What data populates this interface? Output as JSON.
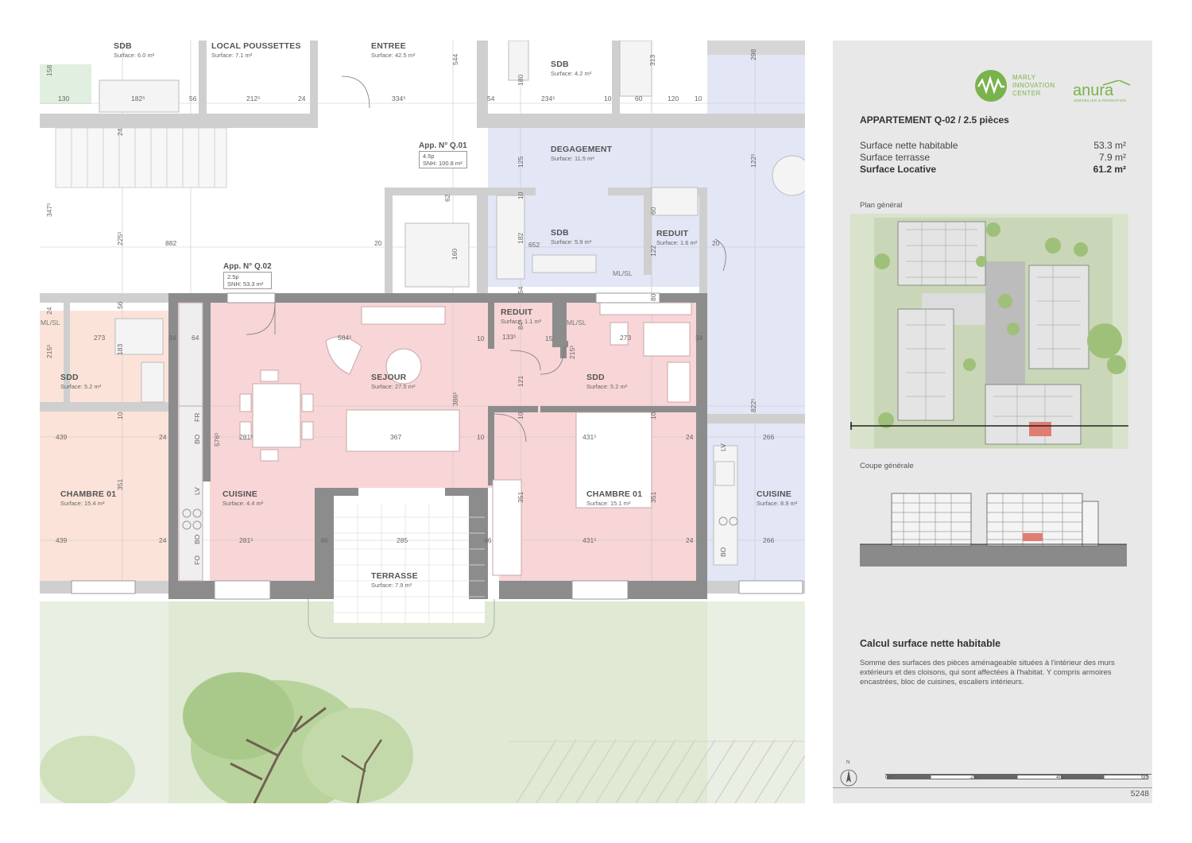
{
  "rooms": [
    {
      "id": "sdb-top-left",
      "name": "SDB",
      "surface": "Surface: 6.0 m²"
    },
    {
      "id": "local-poussettes",
      "name": "LOCAL POUSSETTES",
      "surface": "Surface: 7.1 m²"
    },
    {
      "id": "entree",
      "name": "ENTREE",
      "surface": "Surface: 42.5 m²"
    },
    {
      "id": "sdb-top-right",
      "name": "SDB",
      "surface": "Surface: 4.2 m²"
    },
    {
      "id": "degagement",
      "name": "DEGAGEMENT",
      "surface": "Surface: 11.5 m²"
    },
    {
      "id": "sdb-mid",
      "name": "SDB",
      "surface": "Surface: 5.9 m²"
    },
    {
      "id": "reduit-top",
      "name": "REDUIT",
      "surface": "Surface: 1.6 m²"
    },
    {
      "id": "reduit-q02",
      "name": "REDUIT",
      "surface": "Surface: 1.1 m²"
    },
    {
      "id": "sejour",
      "name": "SEJOUR",
      "surface": "Surface: 27.5 m²"
    },
    {
      "id": "sdd-q02",
      "name": "SDD",
      "surface": "Surface: 5.2 m²"
    },
    {
      "id": "sdd-left",
      "name": "SDD",
      "surface": "Surface: 5.2 m²"
    },
    {
      "id": "chambre-left",
      "name": "CHAMBRE 01",
      "surface": "Surface: 15.4 m²"
    },
    {
      "id": "cuisine-q02",
      "name": "CUISINE",
      "surface": "Surface: 4.4 m²"
    },
    {
      "id": "chambre-q02",
      "name": "CHAMBRE 01",
      "surface": "Surface: 15.1 m²"
    },
    {
      "id": "cuisine-right",
      "name": "CUISINE",
      "surface": "Surface: 8.9 m²"
    },
    {
      "id": "terrasse",
      "name": "TERRASSE",
      "surface": "Surface: 7.9 m²"
    }
  ],
  "apartments": [
    {
      "id": "q01",
      "title": "App. N° Q.01",
      "pieces": "4.5p",
      "snh": "SNH: 100.8 m²"
    },
    {
      "id": "q02",
      "title": "App. N° Q.02",
      "pieces": "2.5p",
      "snh": "SNH: 53.3 m²"
    }
  ],
  "tags": {
    "mlsl": "ML/SL",
    "lv": "LV",
    "bo": "BO",
    "fo": "FO",
    "fr": "FR"
  },
  "dims": [
    "158",
    "130",
    "182⁵",
    "56",
    "212⁵",
    "24",
    "334⁵",
    "544",
    "54",
    "234⁵",
    "10",
    "60",
    "120",
    "10",
    "313",
    "298",
    "180",
    "125",
    "347⁵",
    "882",
    "225⁵",
    "20",
    "62",
    "652",
    "182",
    "160",
    "10",
    "122",
    "20",
    "24",
    "56",
    "273",
    "34",
    "64",
    "584⁵",
    "10",
    "133⁵",
    "15",
    "273",
    "34",
    "215⁵",
    "183",
    "386⁵",
    "121",
    "10",
    "439",
    "24",
    "576⁵",
    "281⁵",
    "367",
    "10",
    "431⁵",
    "24",
    "266",
    "351",
    "351",
    "351",
    "439",
    "24",
    "281⁵",
    "46",
    "285",
    "46",
    "431⁵",
    "24",
    "266",
    "84⁵",
    "215⁵",
    "822⁵",
    "122⁵",
    "10",
    "10",
    "54",
    "60",
    "24",
    "80"
  ],
  "panel": {
    "brand1_line1": "MARLY",
    "brand1_line2": "INNOVATION",
    "brand1_line3": "CENTER",
    "brand2": "anura",
    "brand2_sub": "IMMOBILIER & PROMOTION",
    "title": "APPARTEMENT Q-02 / 2.5 pièces",
    "rows": [
      {
        "label": "Surface nette habitable",
        "value": "53.3 m²"
      },
      {
        "label": "Surface terrasse",
        "value": "7.9 m²"
      },
      {
        "label": "Surface Locative",
        "value": "61.2 m²"
      }
    ],
    "plan_label": "Plan général",
    "coupe_label": "Coupe générale",
    "calc_title": "Calcul surface nette habitable",
    "calc_text": "Somme des surfaces des pièces aménageable situées à l'intérieur des murs extérieurs et des cloisons, qui sont affectées à l'habitat. Y compris armoires encastrées, bloc de cuisines, escaliers intérieurs.",
    "north": "N",
    "scale": [
      "0m",
      "2m",
      "4m",
      "6m"
    ],
    "page_number": "5248"
  },
  "colors": {
    "apartment_fill": "#f8d5d6",
    "neighbor_blue": "#e2e6f5",
    "neighbor_peach": "#fbe3d9",
    "wall": "#8a8a8a",
    "garden": "#e8efe0",
    "panel_bg": "#e8e8e8",
    "brand_green": "#7ab24b"
  }
}
